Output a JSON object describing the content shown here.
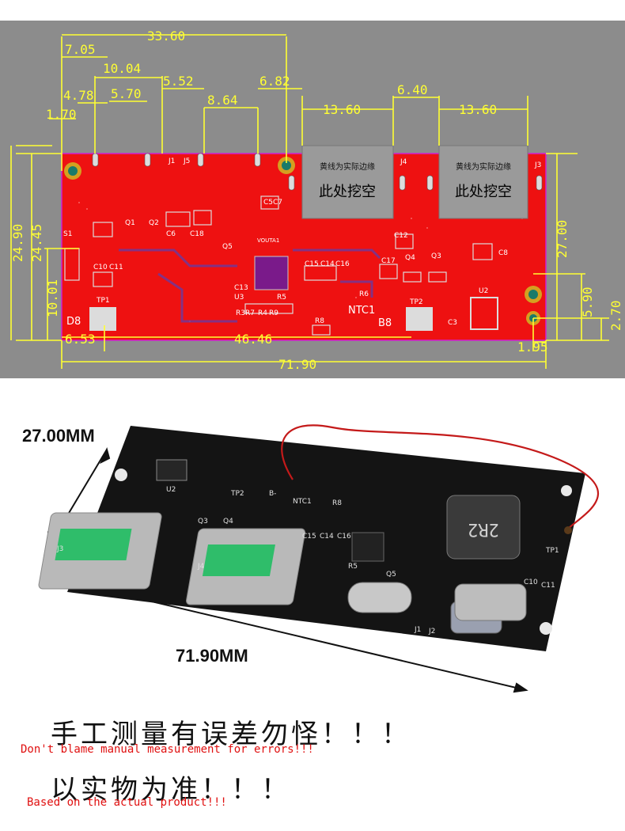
{
  "layout_diagram": {
    "dimensions": [
      "33.60",
      "7.05",
      "10.04",
      "5.52",
      "6.82",
      "4.78",
      "5.70",
      "8.64",
      "6.40",
      "13.60",
      "13.60",
      "1.70",
      "24.90",
      "24.45",
      "10.01",
      "27.00",
      "5.90",
      "2.70",
      "6.53",
      "46.46",
      "1.95",
      "71.90"
    ],
    "edge_notes": [
      "黄线为实际边缘",
      "黄线为实际边缘"
    ],
    "cutout_text": [
      "此处挖空",
      "此处挖空"
    ],
    "component_labels": [
      "J1",
      "J5",
      "J4",
      "J3",
      "S1",
      "Q1",
      "Q2",
      "C6",
      "C18",
      "C5C7",
      "Q5",
      "C12",
      "Q4",
      "Q3",
      "C8",
      "C15",
      "C14",
      "C16",
      "C17",
      "C10",
      "C11",
      "TP1",
      "C13",
      "U3",
      "R7",
      "R5",
      "R9",
      "R3",
      "R4",
      "R6",
      "R8",
      "NTC1",
      "TP2",
      "U2",
      "C3",
      "D8",
      "B8",
      "VOUTA1"
    ]
  },
  "photo": {
    "dim_width": "27.00MM",
    "dim_length": "71.90MM",
    "inductor_marking": "2R2",
    "silkscreen": [
      "U2",
      "TP2",
      "B-",
      "NTC1",
      "R8",
      "Q3",
      "Q4",
      "J3",
      "J4",
      "C15",
      "C14",
      "C16",
      "Q5",
      "R5",
      "J1",
      "J2",
      "C10",
      "C11",
      "TP1"
    ]
  },
  "notes": [
    {
      "cn": "手工测量有误差勿怪！！！",
      "en": "Don't blame manual measurement for errors!!!"
    },
    {
      "cn": "以实物为准！！！",
      "en": "Based on the actual product!!!"
    }
  ],
  "colors": {
    "pcb": "#ee1111",
    "dim": "#ffff33",
    "panel": "#8c8c8c",
    "board": "#141414"
  }
}
